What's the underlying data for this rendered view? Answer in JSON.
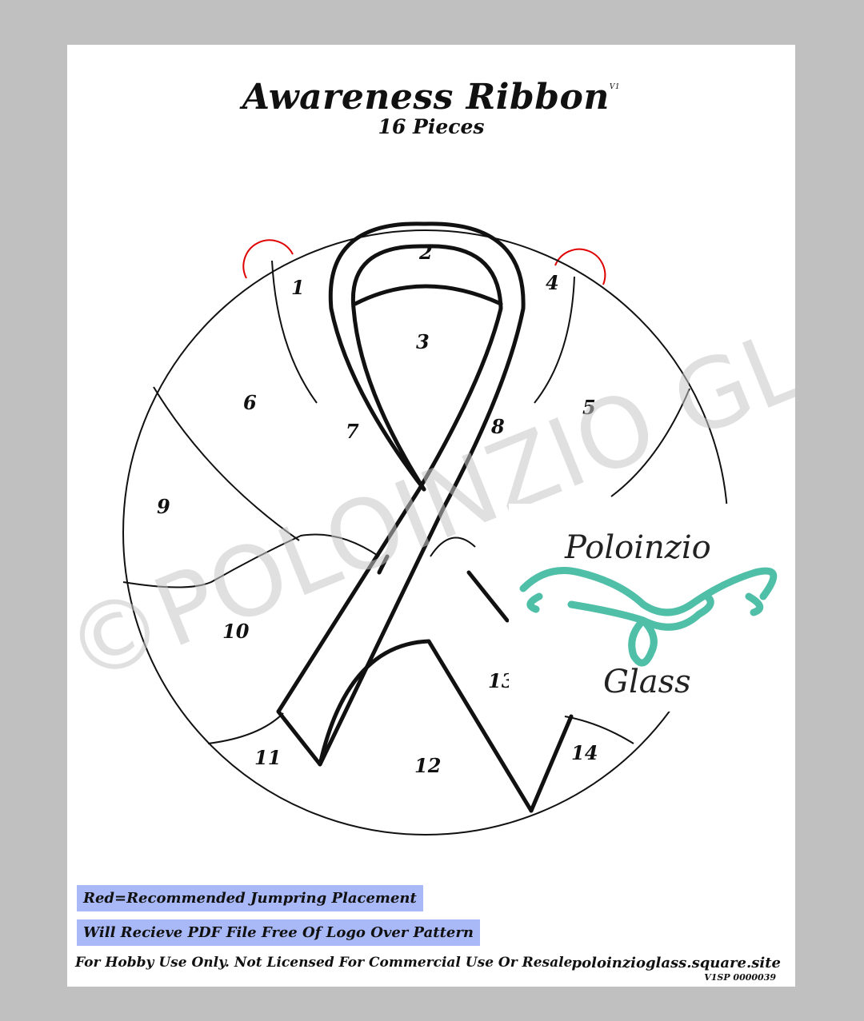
{
  "document": {
    "title": "Awareness Ribbon",
    "version_mark": "V1",
    "subtitle": "16 Pieces"
  },
  "pattern": {
    "piece_labels": [
      "1",
      "2",
      "3",
      "4",
      "5",
      "6",
      "7",
      "8",
      "9",
      "10",
      "11",
      "12",
      "13",
      "14"
    ],
    "jumpring_color": "#e00000"
  },
  "watermark": {
    "text": "©POLOINZIO GLASS"
  },
  "logo": {
    "line1": "Poloinzio",
    "line2": "Glass",
    "accent_color": "#4fbfa8"
  },
  "notes": {
    "jumpring": "Red=Recommended Jumpring Placement",
    "pdf": "Will Recieve PDF File Free Of Logo Over Pattern"
  },
  "footer": {
    "license": "For Hobby Use Only. Not Licensed For Commercial Use Or Resale",
    "website": "poloinzioglass.square.site",
    "code": "V1SP 0000039"
  }
}
